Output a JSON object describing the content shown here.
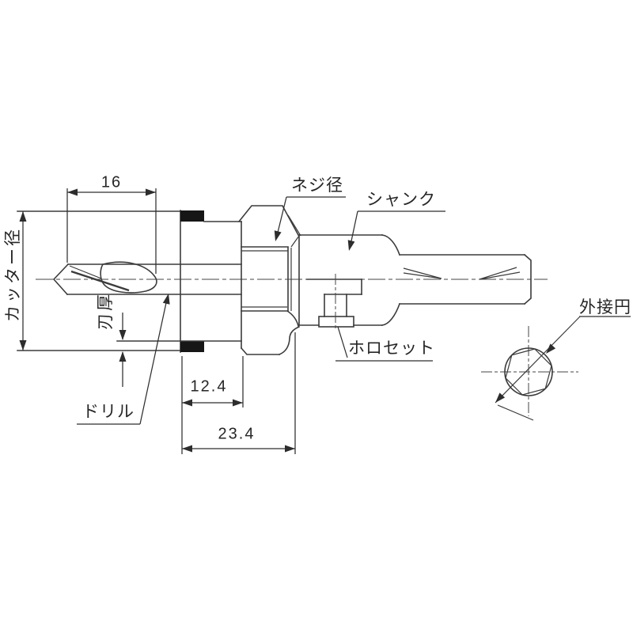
{
  "drawing": {
    "kind": "technical-drawing",
    "subject": "hole cutter side view with circumscribed circle detail",
    "background": "#ffffff",
    "line_color": "#3b3b3b",
    "text_color": "#262626"
  },
  "labels": {
    "cutter_diameter": "カッター径",
    "blade_thickness": "刃厚",
    "drill": "ドリル",
    "thread_diameter": "ネジ径",
    "shank": "シャンク",
    "set_screw": "ホロセット",
    "circumscribed_circle": "外接円"
  },
  "dimensions": {
    "tip_length": "16",
    "cutter_depth": "12.4",
    "total_depth": "23.4"
  }
}
